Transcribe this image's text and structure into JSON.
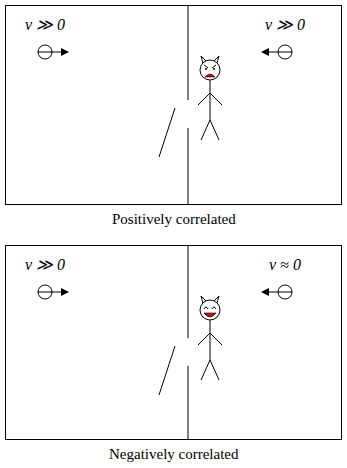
{
  "diagram": {
    "nodes": [
      {
        "text": [
          "v ≫ 0",
          "v ≫ 0",
          "Positively correlated"
        ]
      },
      {
        "text": [
          "v ≫ 0",
          "v ≈ 0",
          "Negatively correlated"
        ]
      }
    ]
  }
}
